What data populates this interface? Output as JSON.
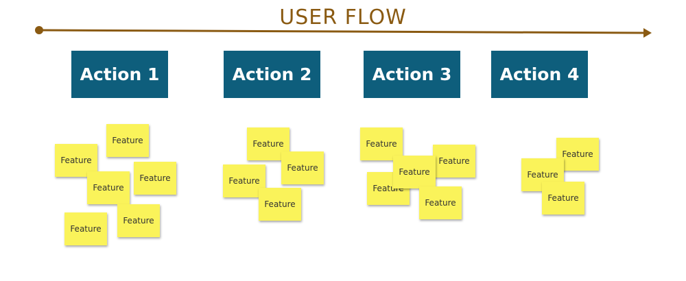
{
  "title": "USER FLOW",
  "colors": {
    "arrow": "#8a5a12",
    "action_bg": "#0e5e7c",
    "action_text": "#ffffff",
    "note_bg": "#faf35a"
  },
  "actions": [
    {
      "label": "Action 1",
      "features": [
        "Feature",
        "Feature",
        "Feature",
        "Feature",
        "Feature",
        "Feature"
      ]
    },
    {
      "label": "Action 2",
      "features": [
        "Feature",
        "Feature",
        "Feature",
        "Feature"
      ]
    },
    {
      "label": "Action 3",
      "features": [
        "Feature",
        "Feature",
        "Feature",
        "Feature",
        "Feature"
      ]
    },
    {
      "label": "Action 4",
      "features": [
        "Feature",
        "Feature",
        "Feature"
      ]
    }
  ]
}
